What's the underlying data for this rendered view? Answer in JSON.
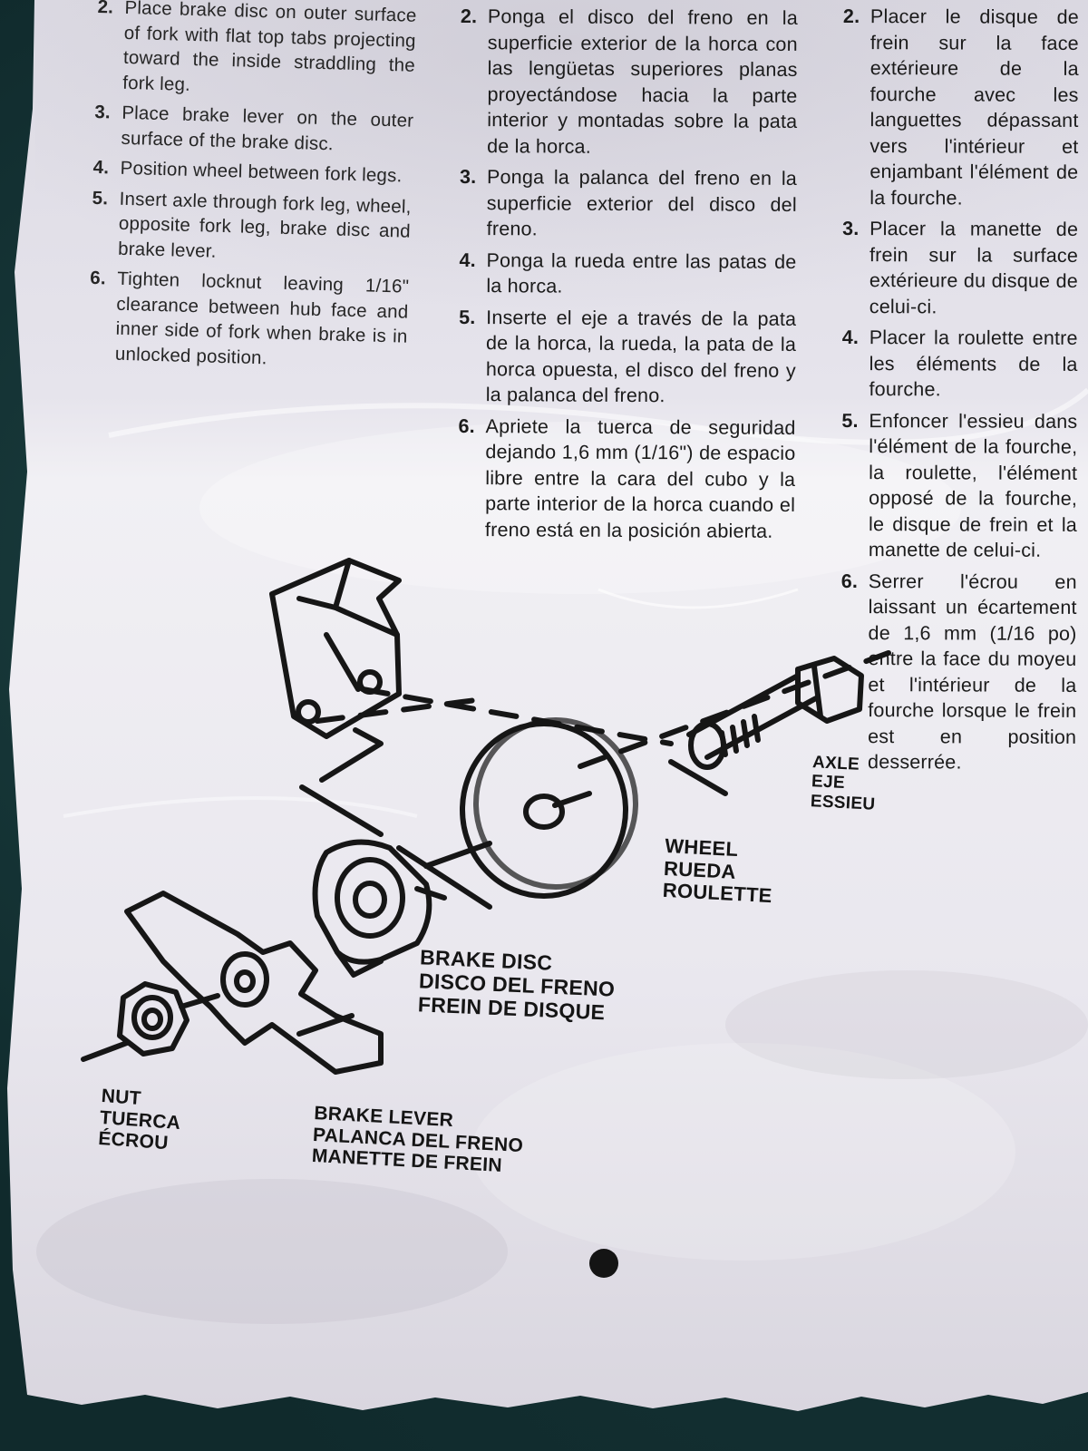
{
  "instructions": {
    "english": [
      {
        "num": "2.",
        "text": "Place brake disc on outer surface of fork with flat top tabs projecting toward the inside straddling the fork leg."
      },
      {
        "num": "3.",
        "text": "Place brake lever on the outer surface of the brake disc."
      },
      {
        "num": "4.",
        "text": "Position wheel between fork legs."
      },
      {
        "num": "5.",
        "text": "Insert axle through fork leg, wheel, opposite fork leg, brake disc and brake lever."
      },
      {
        "num": "6.",
        "text": "Tighten locknut leaving 1/16\" clearance between hub face and inner side of fork when brake is in unlocked position."
      }
    ],
    "spanish": [
      {
        "num": "2.",
        "text": "Ponga el disco del freno en la superficie exterior de la horca con las lengüetas superiores planas proyectándose hacia la parte interior y montadas sobre la pata de la horca."
      },
      {
        "num": "3.",
        "text": "Ponga la palanca del freno en la superficie exterior del disco del freno."
      },
      {
        "num": "4.",
        "text": "Ponga la rueda entre las patas de la horca."
      },
      {
        "num": "5.",
        "text": "Inserte el eje a través de la pata de la horca, la rueda, la pata de la horca opuesta, el disco del freno y la palanca del freno."
      },
      {
        "num": "6.",
        "text": "Apriete la tuerca de seguridad dejando 1,6 mm (1/16\") de espacio libre entre la cara del cubo y la parte interior de la horca cuando el freno está en la posición abierta."
      }
    ],
    "french": [
      {
        "num": "2.",
        "text": "Placer le disque de frein sur la face extérieure de la fourche avec les languettes dépassant vers l'intérieur et enjambant l'élément de la fourche."
      },
      {
        "num": "3.",
        "text": "Placer la manette de frein sur la surface extérieure du disque de celui-ci."
      },
      {
        "num": "4.",
        "text": "Placer la roulette entre les éléments de la fourche."
      },
      {
        "num": "5.",
        "text": "Enfoncer l'essieu dans l'élément de la fourche, la roulette, l'élément opposé de la fourche, le disque de frein et la manette de celui-ci."
      },
      {
        "num": "6.",
        "text": "Serrer l'écrou en laissant un écartement de 1,6 mm (1/16 po) entre la face du moyeu et l'intérieur de la fourche lorsque le frein est en position desserrée."
      }
    ]
  },
  "diagram": {
    "axle": [
      "AXLE",
      "EJE",
      "ESSIEU"
    ],
    "wheel": [
      "WHEEL",
      "RUEDA",
      "ROULETTE"
    ],
    "brake_disc": [
      "BRAKE DISC",
      "DISCO DEL FRENO",
      "FREIN DE DISQUE"
    ],
    "nut": [
      "NUT",
      "TUERCA",
      "ÉCROU"
    ],
    "brake_lever": [
      "BRAKE LEVER",
      "PALANCA DEL FRENO",
      "MANETTE DE FREIN"
    ]
  },
  "colors": {
    "bag": "#e9e7ee",
    "ink": "#161616",
    "background": "#102a2c"
  }
}
